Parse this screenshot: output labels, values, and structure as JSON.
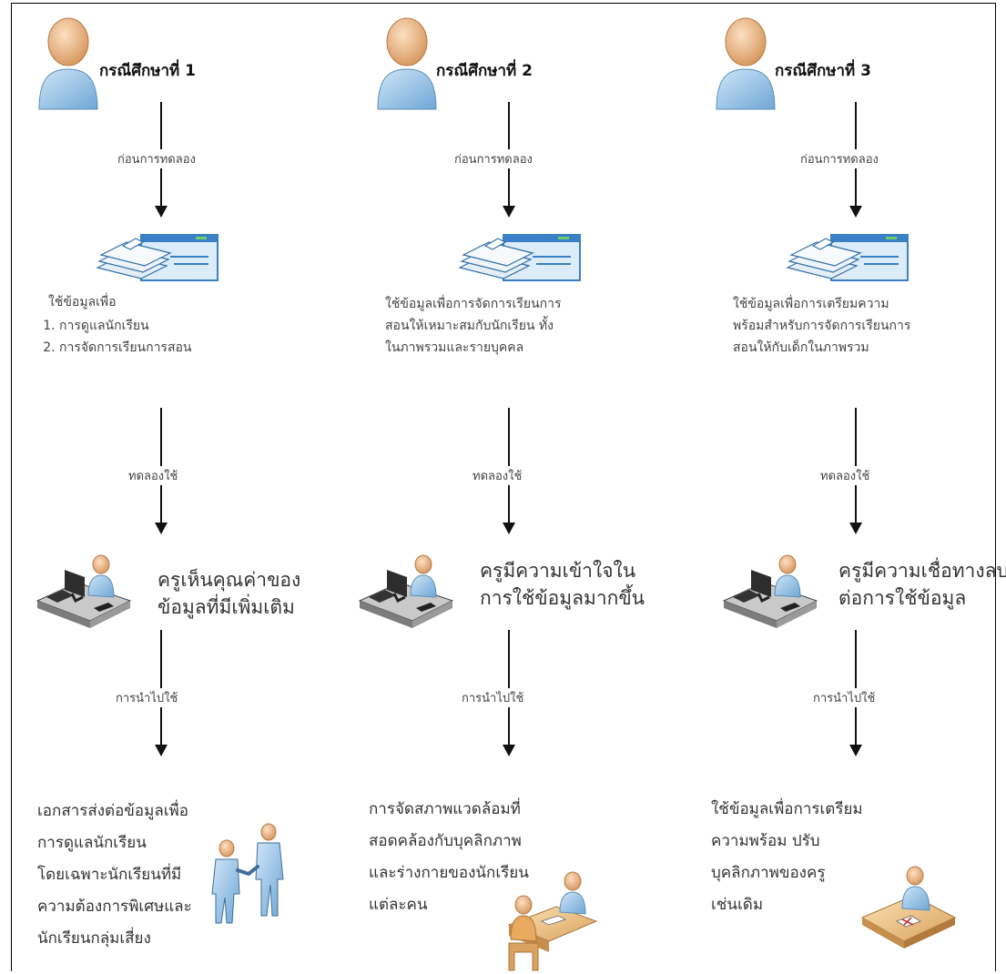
{
  "cases": [
    {
      "title": "กรณีศึกษาที่ 1",
      "label_before": "ก่อนการทดลอง",
      "data_use": "ใช้ข้อมูลเพื่อ",
      "data_use_items": [
        "การดูแลนักเรียน",
        "การจัดการเรียนการสอน"
      ],
      "label_trial": "ทดลองใช้",
      "teacher_outcome": [
        "ครูเห็นคุณค่าของ",
        "ข้อมูลที่มีเพิ่มเติม"
      ],
      "label_apply": "การนำไปใช้",
      "application": [
        "เอกสารส่งต่อข้อมูลเพื่อ",
        "การดูแลนักเรียน",
        "โดยเฉพาะนักเรียนที่มี",
        "ความต้องการพิเศษและ",
        "นักเรียนกลุ่มเสี่ยง"
      ]
    },
    {
      "title": "กรณีศึกษาที่ 2",
      "label_before": "ก่อนการทดลอง",
      "data_use": [
        "ใช้ข้อมูลเพื่อการจัดการเรียนการ",
        "สอนให้เหมาะสมกับนักเรียน ทั้ง",
        "ในภาพรวมและรายบุคคล"
      ],
      "label_trial": "ทดลองใช้",
      "teacher_outcome": [
        "ครูมีความเข้าใจใน",
        "การใช้ข้อมูลมากขึ้น"
      ],
      "label_apply": "การนำไปใช้",
      "application": [
        "การจัดสภาพแวดล้อมที่",
        "สอดคล้องกับบุคลิกภาพ",
        "และร่างกายของนักเรียน",
        "แต่ละคน"
      ]
    },
    {
      "title": "กรณีศึกษาที่ 3",
      "label_before": "ก่อนการทดลอง",
      "data_use": [
        "ใช้ข้อมูลเพื่อการเตรียมความ",
        "พร้อมสำหรับการจัดการเรียนการ",
        "สอนให้กับเด็กในภาพรวม"
      ],
      "label_trial": "ทดลองใช้",
      "teacher_outcome": [
        "ครูมีความเชื่อทางลบ",
        "ต่อการใช้ข้อมูล"
      ],
      "label_apply": "การนำไปใช้",
      "application": [
        "ใช้ข้อมูลเพื่อการเตรียม",
        "ความพร้อม ปรับ",
        "บุคลิกภาพของครู",
        "เช่นเดิม"
      ]
    }
  ]
}
